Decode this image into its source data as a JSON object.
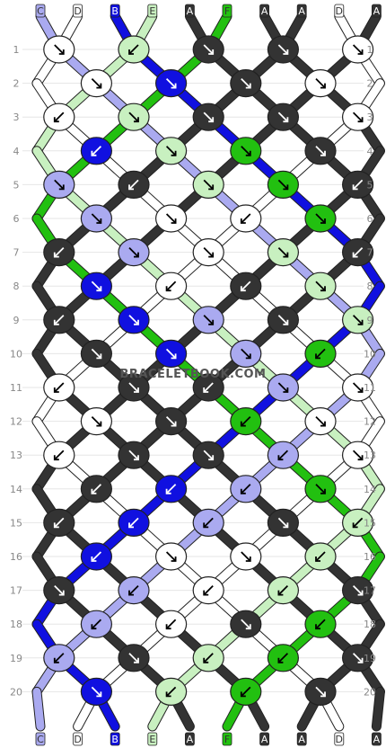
{
  "watermark": "BRACELETBOOK.COM",
  "strings_top": [
    "C",
    "D",
    "B",
    "E",
    "A",
    "F",
    "A",
    "A",
    "D",
    "A"
  ],
  "strings_bottom": [
    "C",
    "D",
    "B",
    "E",
    "A",
    "F",
    "A",
    "A",
    "D",
    "A"
  ],
  "colors": {
    "A": "#333333",
    "B": "#1010e0",
    "C": "#aaaaf0",
    "D": "#ffffff",
    "E": "#c8f0c0",
    "F": "#22c010"
  },
  "row_labels": [
    "1",
    "2",
    "3",
    "4",
    "5",
    "6",
    "7",
    "8",
    "9",
    "10",
    "11",
    "12",
    "13",
    "14",
    "15",
    "16",
    "17",
    "18",
    "19",
    "20"
  ],
  "knots": [
    [
      "D:r",
      "E:l",
      "A:r",
      "A:r",
      "D:r"
    ],
    [
      "D:r",
      "B:r",
      "A:r",
      "D:r"
    ],
    [
      "D:l",
      "E:r",
      "A:r",
      "A:r",
      "D:r"
    ],
    [
      "B:l",
      "E:r",
      "F:r",
      "A:r"
    ],
    [
      "C:r",
      "A:l",
      "E:r",
      "F:r",
      "A:l"
    ],
    [
      "C:r",
      "D:r",
      "D:l",
      "F:r"
    ],
    [
      "A:l",
      "C:r",
      "D:r",
      "E:r",
      "A:l"
    ],
    [
      "B:r",
      "D:l",
      "A:l",
      "E:r"
    ],
    [
      "A:l",
      "B:r",
      "C:r",
      "A:r",
      "E:r"
    ],
    [
      "A:r",
      "B:r",
      "C:r",
      "F:l"
    ],
    [
      "D:l",
      "A:r",
      "A:l",
      "C:r",
      "D:r"
    ],
    [
      "D:r",
      "A:r",
      "F:l",
      "D:r"
    ],
    [
      "D:l",
      "A:r",
      "A:r",
      "C:l",
      "D:r"
    ],
    [
      "A:l",
      "B:l",
      "C:l",
      "F:r"
    ],
    [
      "A:l",
      "B:l",
      "C:l",
      "A:r",
      "E:l"
    ],
    [
      "B:l",
      "D:r",
      "D:r",
      "E:l"
    ],
    [
      "A:r",
      "C:l",
      "D:l",
      "E:l",
      "A:r"
    ],
    [
      "C:l",
      "D:l",
      "A:r",
      "F:l"
    ],
    [
      "C:l",
      "A:r",
      "E:l",
      "F:l",
      "A:r"
    ],
    [
      "B:r",
      "E:l",
      "F:l",
      "A:r"
    ]
  ]
}
